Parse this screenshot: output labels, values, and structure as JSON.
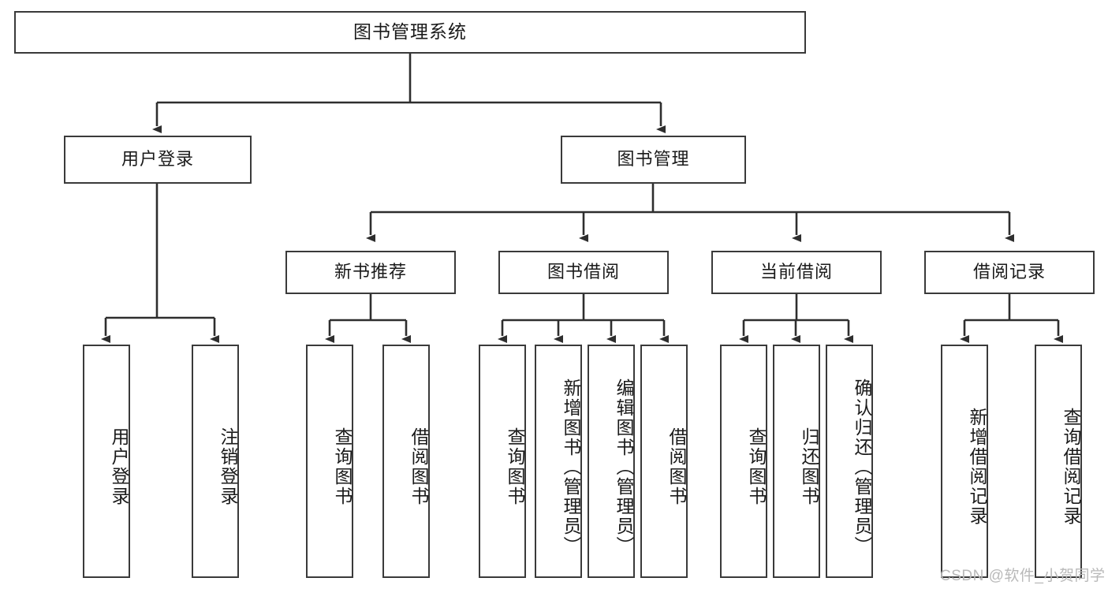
{
  "diagram": {
    "type": "tree-hierarchy",
    "title": "图书管理系统",
    "watermark": "CSDN @软件_小贺同学",
    "colors": {
      "stroke": "#3a3a3a",
      "fill": "#ffffff",
      "text": "#1a1a1a",
      "watermark": "#b9b9b9"
    },
    "root": {
      "label": "图书管理系统"
    },
    "level1": [
      {
        "label": "用户登录"
      },
      {
        "label": "图书管理"
      }
    ],
    "level2": [
      {
        "label": "新书推荐"
      },
      {
        "label": "图书借阅"
      },
      {
        "label": "当前借阅"
      },
      {
        "label": "借阅记录"
      }
    ],
    "leaves": {
      "user_login": [
        {
          "label": "用户登录"
        },
        {
          "label": "注销登录"
        }
      ],
      "new_book_recommend": [
        {
          "label": "查询图书"
        },
        {
          "label": "借阅图书"
        }
      ],
      "book_borrow": [
        {
          "label": "查询图书"
        },
        {
          "label": "新增图书（管理员）"
        },
        {
          "label": "编辑图书（管理员）"
        },
        {
          "label": "借阅图书"
        }
      ],
      "current_borrow": [
        {
          "label": "查询图书"
        },
        {
          "label": "归还图书"
        },
        {
          "label": "确认归还（管理员）"
        }
      ],
      "borrow_record": [
        {
          "label": "新增借阅记录"
        },
        {
          "label": "查询借阅记录"
        }
      ]
    }
  }
}
